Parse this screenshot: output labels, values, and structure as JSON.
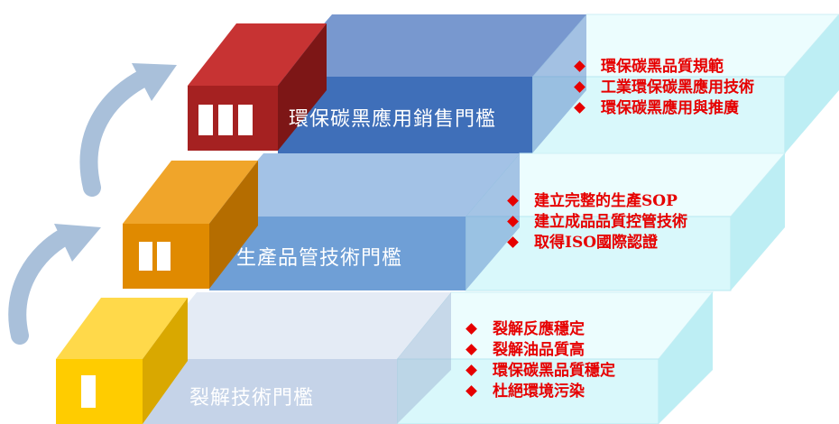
{
  "levels": [
    {
      "numeral": "I",
      "label": "裂解技術門檻",
      "bullets": [
        "裂解反應穩定",
        "裂解油品質高",
        "環保碳黑品質穩定",
        "杜絕環境污染"
      ]
    },
    {
      "numeral": "II",
      "label": "生產品管技術門檻",
      "bullets": [
        "建立完整的生產SOP",
        "建立成品品質控管技術",
        "取得ISO國際認證"
      ]
    },
    {
      "numeral": "III",
      "label": "環保碳黑應用銷售門檻",
      "bullets": [
        "環保碳黑品質規範",
        "工業環保碳黑應用技術",
        "環保碳黑應用與推廣"
      ]
    }
  ],
  "colors": {
    "level1_front": "#c5d3e8",
    "level1_top": "#e4ebf5",
    "level2_front": "#6f9fd6",
    "level2_top": "#a3c2e6",
    "level3_front": "#3f6fb9",
    "level3_top": "#7898cf",
    "glass_front": "#d9f8fb",
    "glass_top": "#ecfdfe",
    "glass_side": "#bdeef4",
    "bullet_red": "#e60000",
    "numeral1": "#ffcc00",
    "numeral2": "#e08a00",
    "numeral3": "#a52121",
    "arrow": "#a9c0da"
  }
}
